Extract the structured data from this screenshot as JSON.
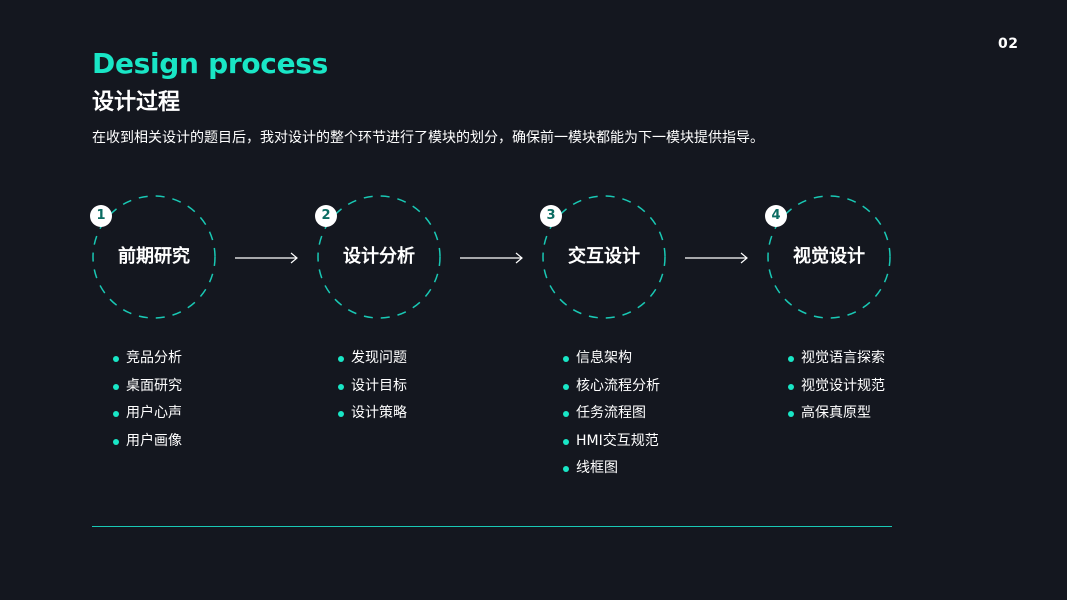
{
  "page_number": "02",
  "title_en": "Design process",
  "title_cn": "设计过程",
  "description": "在收到相关设计的题目后，我对设计的整个环节进行了模块的划分，确保前一模块都能为下一模块提供指导。",
  "colors": {
    "background": "#14171f",
    "accent": "#19e6c6",
    "badge_text": "#0b6c62",
    "text": "#ffffff"
  },
  "steps": [
    {
      "number": "1",
      "label": "前期研究",
      "items": [
        "竞品分析",
        "桌面研究",
        "用户心声",
        "用户画像"
      ]
    },
    {
      "number": "2",
      "label": "设计分析",
      "items": [
        "发现问题",
        "设计目标",
        "设计策略"
      ]
    },
    {
      "number": "3",
      "label": "交互设计",
      "items": [
        "信息架构",
        "核心流程分析",
        "任务流程图",
        "HMI交互规范",
        "线框图"
      ]
    },
    {
      "number": "4",
      "label": "视觉设计",
      "items": [
        "视觉语言探索",
        "视觉设计规范",
        "高保真原型"
      ]
    }
  ]
}
